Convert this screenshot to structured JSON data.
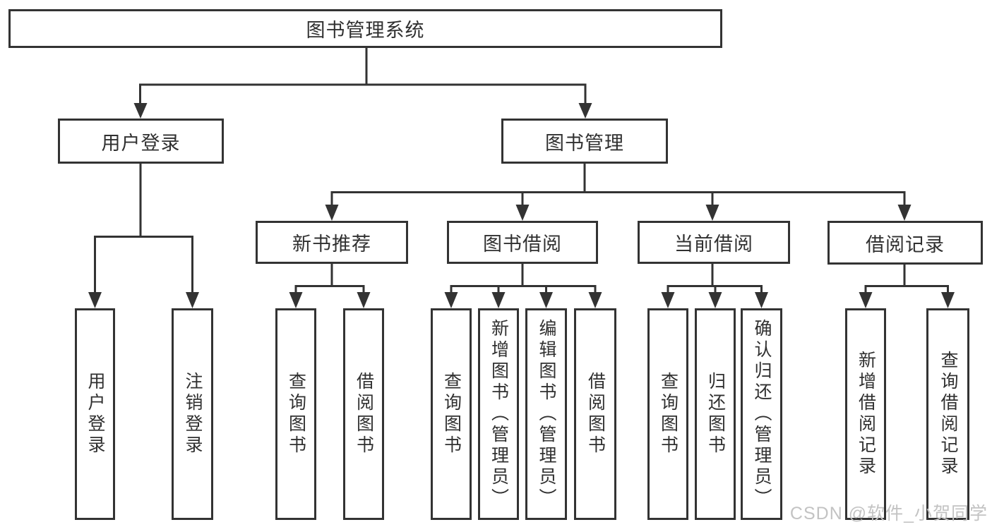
{
  "diagram": {
    "type": "tree",
    "colors": {
      "line": "#333333",
      "box_border": "#333333",
      "box_fill": "#ffffff",
      "text": "#303030",
      "watermark": "#c3c3c3",
      "background": "#ffffff"
    },
    "tree": {
      "root": "图书管理系统",
      "level2": [
        "用户登录",
        "图书管理"
      ],
      "level3": [
        "新书推荐",
        "图书借阅",
        "当前借阅",
        "借阅记录"
      ],
      "leaves": {
        "user": [
          "用户登录",
          "注销登录"
        ],
        "newbook": [
          "查询图书",
          "借阅图书"
        ],
        "borrow": [
          "查询图书",
          "新增图书（管理员）",
          "编辑图书（管理员）",
          "借阅图书"
        ],
        "current": [
          "查询图书",
          "归还图书",
          "确认归还（管理员）"
        ],
        "records": [
          "新增借阅记录",
          "查询借阅记录"
        ]
      }
    },
    "watermark": "CSDN @软件_小贺同学"
  }
}
